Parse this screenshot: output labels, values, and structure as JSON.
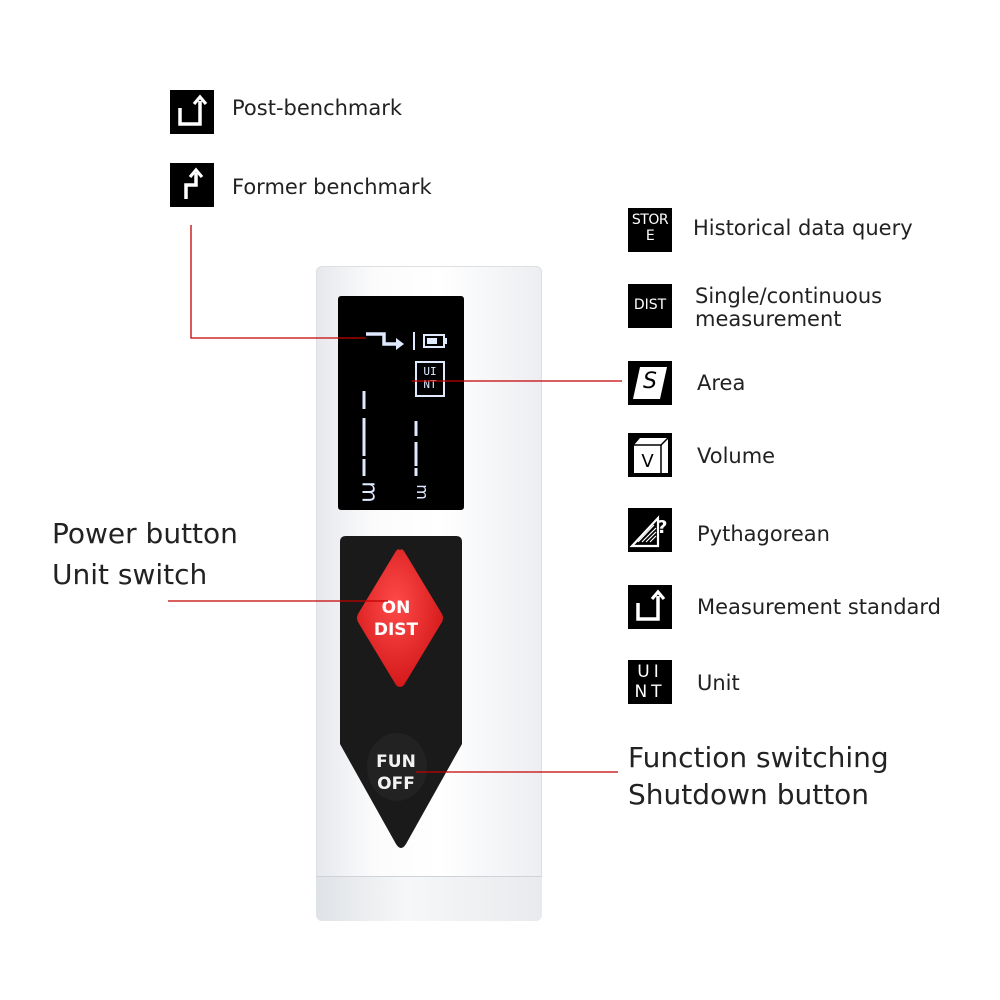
{
  "legend_top": [
    {
      "icon": "post-benchmark-icon",
      "label": "Post-benchmark"
    },
    {
      "icon": "former-benchmark-icon",
      "label": "Former benchmark"
    }
  ],
  "legend_right": [
    {
      "icon": "store-icon",
      "icon_text": "STOR\nE",
      "label": "Historical data query"
    },
    {
      "icon": "dist-icon",
      "icon_text": "DIST",
      "label": "Single/continuous\nmeasurement"
    },
    {
      "icon": "area-icon",
      "icon_text": "S",
      "label": "Area"
    },
    {
      "icon": "volume-icon",
      "icon_text": "V",
      "label": "Volume"
    },
    {
      "icon": "pythagorean-icon",
      "icon_text": "?",
      "label": "Pythagorean"
    },
    {
      "icon": "measurement-standard-icon",
      "label": "Measurement standard"
    },
    {
      "icon": "unit-icon",
      "icon_text": "UI\nNT",
      "label": "Unit"
    }
  ],
  "callouts": {
    "power": [
      "Power button",
      "Unit switch"
    ],
    "function": [
      "Function switching",
      "Shutdown button"
    ]
  },
  "device": {
    "screen_unit": "UI\nNT",
    "unit_symbol": "m",
    "on_button": [
      "ON",
      "DIST"
    ],
    "fun_button": [
      "FUN",
      "OFF"
    ]
  },
  "colors": {
    "callout_line": "#c40000",
    "on_button": "#e01b1b",
    "keypad": "#1a1a1a",
    "screen_glyph": "#dfe9ff"
  }
}
